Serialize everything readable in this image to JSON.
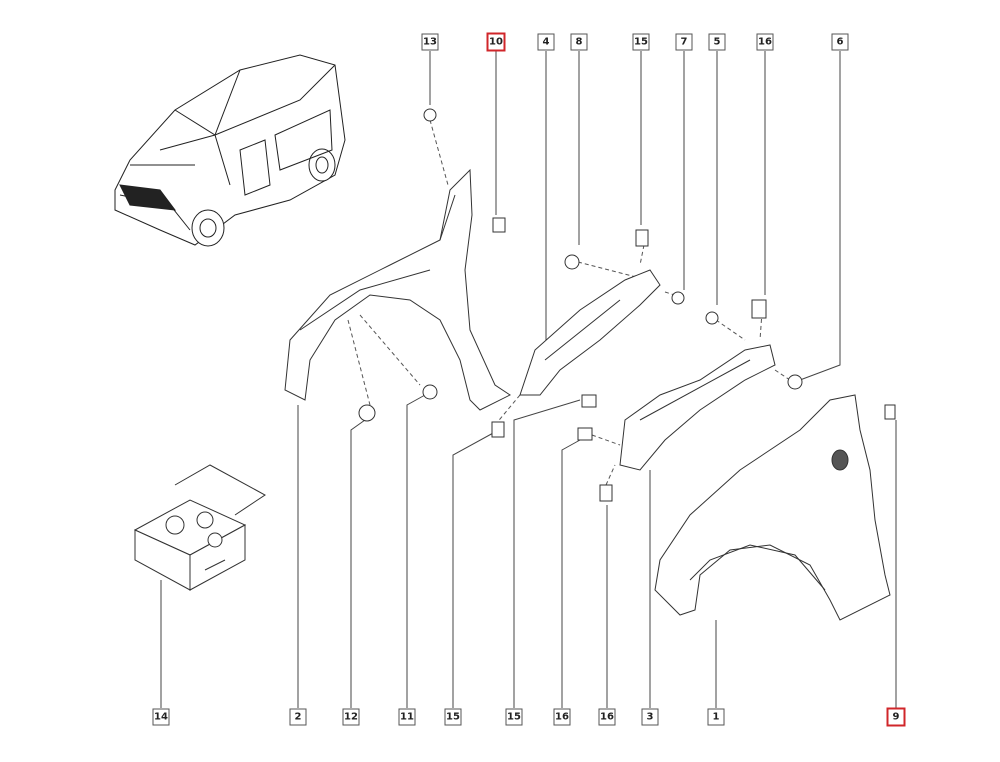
{
  "highlight_color": "#d0262a",
  "top_labels": [
    {
      "ref": "13",
      "highlighted": false
    },
    {
      "ref": "10",
      "highlighted": true
    },
    {
      "ref": "4",
      "highlighted": false
    },
    {
      "ref": "8",
      "highlighted": false
    },
    {
      "ref": "15",
      "highlighted": false
    },
    {
      "ref": "7",
      "highlighted": false
    },
    {
      "ref": "5",
      "highlighted": false
    },
    {
      "ref": "16",
      "highlighted": false
    },
    {
      "ref": "6",
      "highlighted": false
    }
  ],
  "bottom_labels": [
    {
      "ref": "14",
      "highlighted": false
    },
    {
      "ref": "2",
      "highlighted": false
    },
    {
      "ref": "12",
      "highlighted": false
    },
    {
      "ref": "11",
      "highlighted": false
    },
    {
      "ref": "15",
      "highlighted": false
    },
    {
      "ref": "15",
      "highlighted": false
    },
    {
      "ref": "16",
      "highlighted": false
    },
    {
      "ref": "16",
      "highlighted": false
    },
    {
      "ref": "3",
      "highlighted": false
    },
    {
      "ref": "1",
      "highlighted": false
    },
    {
      "ref": "9",
      "highlighted": true
    }
  ]
}
